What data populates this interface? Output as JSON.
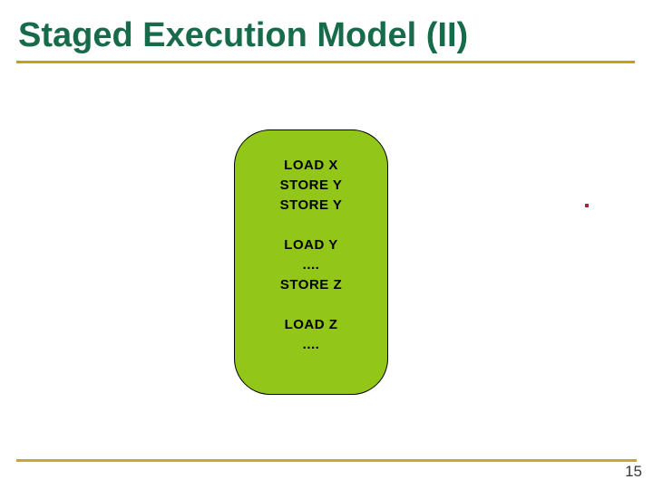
{
  "slide": {
    "title": "Staged Execution Model (II)",
    "page_number": "15",
    "code_block": {
      "lines": [
        "LOAD X",
        "STORE Y",
        "STORE Y",
        "",
        "LOAD Y",
        "....",
        "STORE Z",
        "",
        "LOAD Z",
        "...."
      ]
    },
    "colors": {
      "title": "#186B4A",
      "rule": "#C3A016",
      "rule_bottom": "#C9A92C",
      "box_fill": "#92C71A",
      "box_border": "#000000",
      "dot": "#9E2C3E"
    }
  }
}
